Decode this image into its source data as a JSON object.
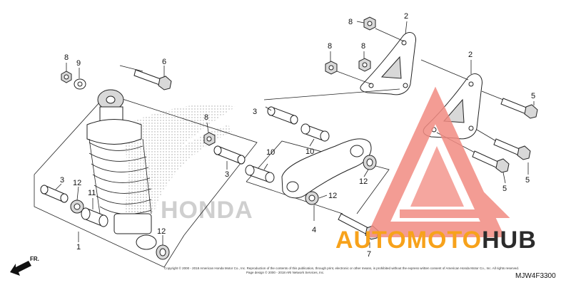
{
  "callouts": [
    {
      "id": "c8a",
      "text": "8"
    },
    {
      "id": "c9",
      "text": "9"
    },
    {
      "id": "c6",
      "text": "6"
    },
    {
      "id": "c8b",
      "text": "8"
    },
    {
      "id": "c3a",
      "text": "3"
    },
    {
      "id": "c12a",
      "text": "12"
    },
    {
      "id": "c11",
      "text": "11"
    },
    {
      "id": "c1",
      "text": "1"
    },
    {
      "id": "c12b",
      "text": "12"
    },
    {
      "id": "c3b",
      "text": "3"
    },
    {
      "id": "c10a",
      "text": "10"
    },
    {
      "id": "c3c",
      "text": "3"
    },
    {
      "id": "c10b",
      "text": "10"
    },
    {
      "id": "c12c",
      "text": "12"
    },
    {
      "id": "c12d",
      "text": "12"
    },
    {
      "id": "c4",
      "text": "4"
    },
    {
      "id": "c7",
      "text": "7"
    },
    {
      "id": "c8c",
      "text": "8"
    },
    {
      "id": "c8d",
      "text": "8"
    },
    {
      "id": "c8e",
      "text": "8"
    },
    {
      "id": "c2a",
      "text": "2"
    },
    {
      "id": "c2b",
      "text": "2"
    },
    {
      "id": "c5a",
      "text": "5"
    },
    {
      "id": "c5b",
      "text": "5"
    },
    {
      "id": "c5c",
      "text": "5"
    }
  ],
  "direction_label": "FR.",
  "diagram_code": "MJW4F3300",
  "watermark": {
    "text_a": "AUTO",
    "text_b": "MOTO",
    "text_c": "HUB",
    "color_a": "#f7a21b",
    "color_b": "#f7a21b",
    "color_c": "#2b2b2b",
    "logo_color": "#f28b82"
  },
  "brand_mark": "HONDA",
  "copyright_line1": "Copyright © 2000 - 2018 American Honda Motor Co., Inc. Reproduction of the contents of this publication, through print, electronic or other means, is prohibited without the express written consent of American Honda Motor Co., Inc. All rights reserved.",
  "copyright_line2": "Page design © 2000 - 2018 ARI Network Services, Inc."
}
